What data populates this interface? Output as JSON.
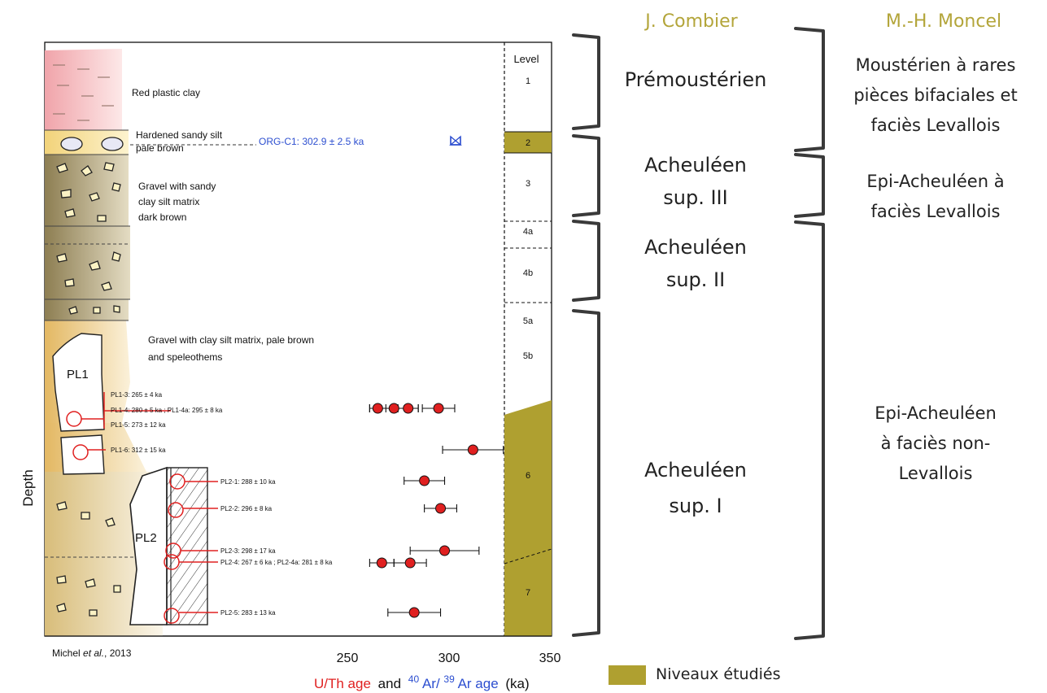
{
  "headers": {
    "combier": "J. Combier",
    "moncel": "M.-H. Moncel"
  },
  "levels_header": "Level",
  "levels": [
    "1",
    "2",
    "3",
    "4a",
    "4b",
    "5a",
    "5b",
    "6",
    "7"
  ],
  "lithology": {
    "red_clay": "Red plastic clay",
    "sandy_silt_1": "Hardened sandy silt",
    "sandy_silt_2": "pale brown",
    "gravel_sandy_1": "Gravel with sandy",
    "gravel_sandy_2": "clay silt matrix",
    "gravel_sandy_3": "dark brown",
    "gravel_clay_1": "Gravel with clay silt matrix, pale brown",
    "gravel_clay_2": "and speleothems",
    "pl1": "PL1",
    "pl2": "PL2"
  },
  "org_label": "ORG-C1: 302.9 ± 2.5 ka",
  "sample_labels": {
    "pl1_3": "PL1-3: 265 ± 4 ka",
    "pl1_4": "PL1-4: 280 ± 5 ka ; PL1-4a: 295 ± 8 ka",
    "pl1_5": "PL1-5: 273  ± 12 ka",
    "pl1_6": "PL1-6: 312 ± 15 ka",
    "pl2_1": "PL2-1: 288 ± 10 ka",
    "pl2_2": "PL2-2: 296 ± 8 ka",
    "pl2_3": "PL2-3: 298 ± 17 ka",
    "pl2_4": "PL2-4: 267 ± 6 ka ; PL2-4a: 281 ± 8 ka",
    "pl2_5": "PL2-5: 283 ± 13 ka"
  },
  "axis": {
    "ticks": [
      "250",
      "300",
      "350"
    ],
    "title_uth": "U/Th age",
    "title_and": "and",
    "title_ar40_sup": "40",
    "title_ar40": "Ar/",
    "title_ar39_sup": "39",
    "title_ar39": "Ar age",
    "title_unit": "(ka)",
    "depth": "Depth",
    "credit": "Michel et al., 2013"
  },
  "dates": [
    {
      "value": 265,
      "err": 4
    },
    {
      "value": 273,
      "err": 12
    },
    {
      "value": 280,
      "err": 5
    },
    {
      "value": 295,
      "err": 8
    },
    {
      "value": 312,
      "err": 15
    },
    {
      "value": 288,
      "err": 10
    },
    {
      "value": 296,
      "err": 8
    },
    {
      "value": 298,
      "err": 17
    },
    {
      "value": 267,
      "err": 6
    },
    {
      "value": 281,
      "err": 8
    },
    {
      "value": 283,
      "err": 13
    }
  ],
  "combier": {
    "premousterien": "Prémoustérien",
    "ach3_1": "Acheuléen",
    "ach3_2": "sup. III",
    "ach2_1": "Acheuléen",
    "ach2_2": "sup. II",
    "ach1_1": "Acheuléen",
    "ach1_2": "sup. I"
  },
  "moncel": {
    "mous_1": "Moustérien  à rares",
    "mous_2": "pièces bifaciales et",
    "mous_3": "faciès Levallois",
    "epi1_1": "Epi-Acheuléen à",
    "epi1_2": "faciès Levallois",
    "epi2_1": "Epi-Acheuléen",
    "epi2_2": "à faciès non-",
    "epi2_3": "Levallois"
  },
  "legend": "Niveaux étudiés",
  "colors": {
    "studied": "#afa030",
    "red": "#e02020",
    "blue": "#2d4fd0",
    "brace": "#3a3a3a"
  }
}
